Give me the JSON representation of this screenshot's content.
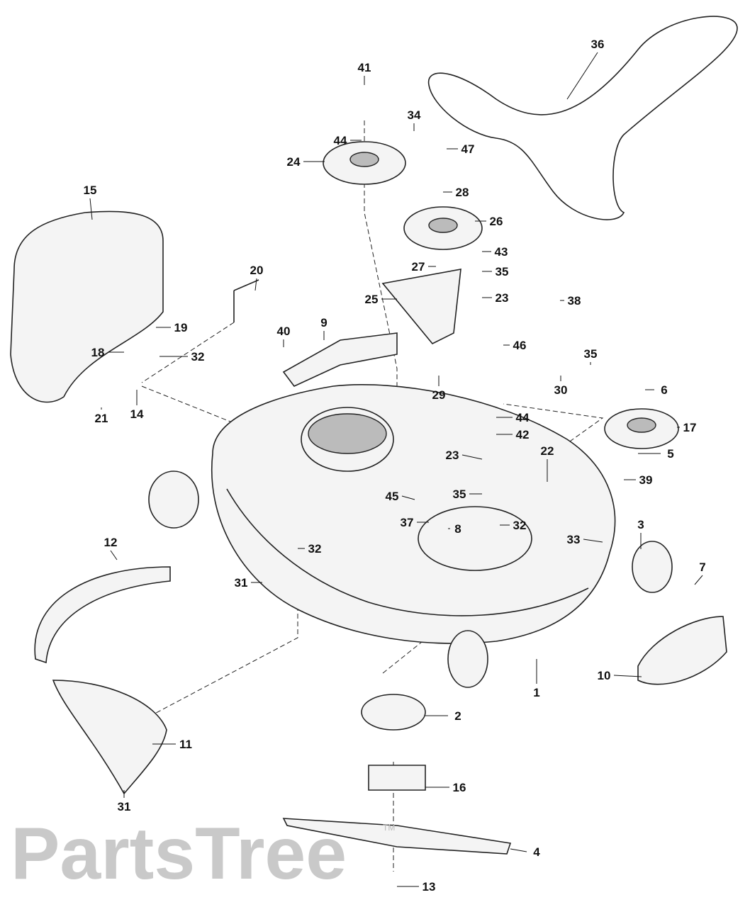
{
  "watermark": {
    "text": "PartsTree",
    "trademark": "TM"
  },
  "callouts": [
    "36",
    "41",
    "34",
    "47",
    "44",
    "24",
    "28",
    "26",
    "15",
    "43",
    "27",
    "35",
    "20",
    "25",
    "23",
    "38",
    "19",
    "9",
    "40",
    "46",
    "18",
    "32",
    "35",
    "14",
    "21",
    "29",
    "30",
    "6",
    "44",
    "42",
    "17",
    "22",
    "23",
    "5",
    "45",
    "35",
    "39",
    "37",
    "8",
    "32",
    "3",
    "33",
    "12",
    "32",
    "31",
    "7",
    "10",
    "1",
    "2",
    "11",
    "16",
    "31",
    "4",
    "13"
  ]
}
